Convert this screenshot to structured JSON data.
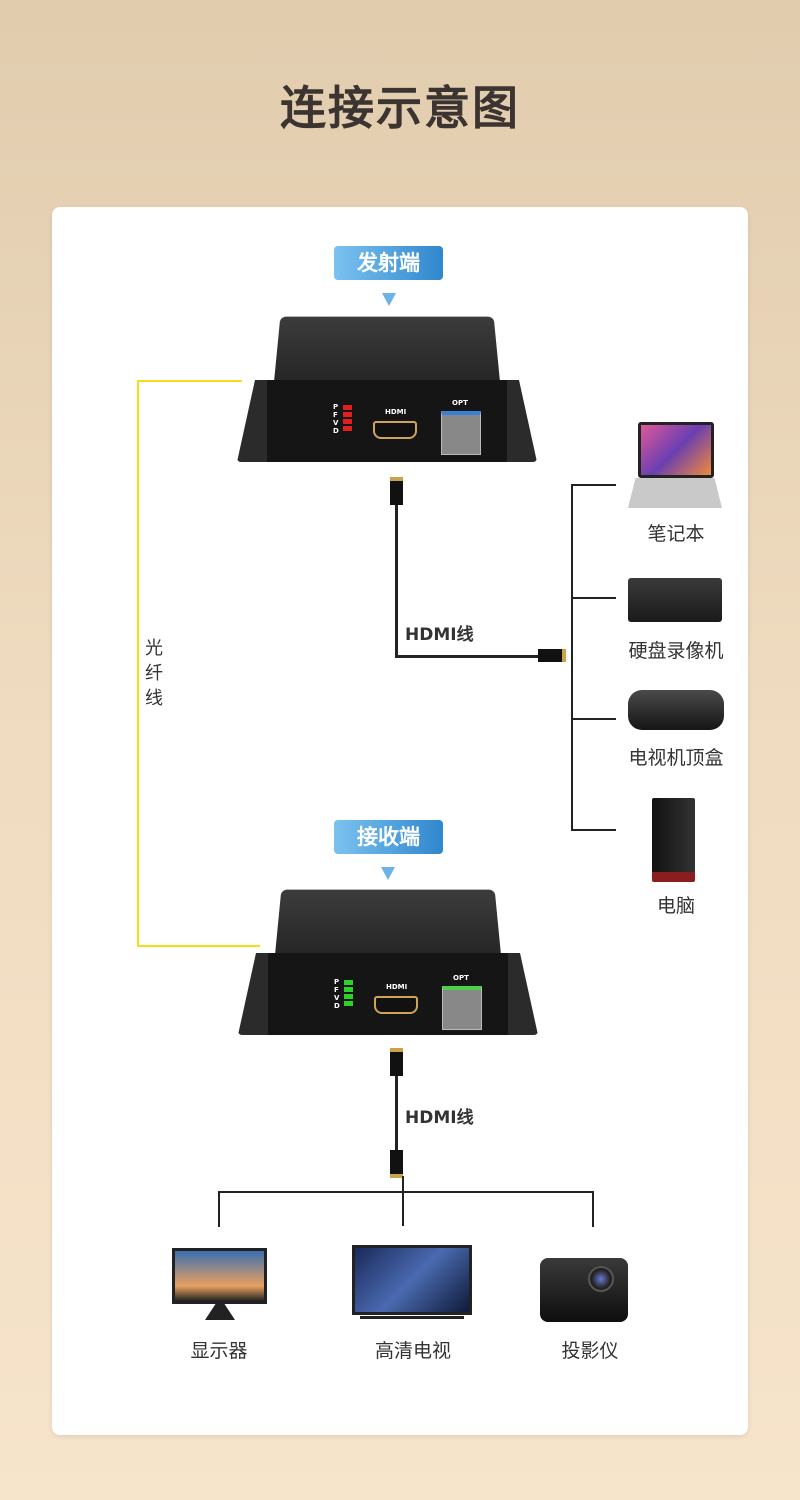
{
  "title": "连接示意图",
  "transmitter": {
    "label": "发射端",
    "port_hdmi": "HDMI",
    "port_opt": "OPT",
    "indicators": "PFVD",
    "led_color": "#e02020"
  },
  "receiver": {
    "label": "接收端",
    "port_hdmi": "HDMI",
    "port_opt": "OPT",
    "indicators": "PFVD",
    "led_color": "#2bd22b"
  },
  "fiber_label": "光纤线",
  "hdmi_cable_label": "HDMI线",
  "sources": [
    {
      "label": "笔记本",
      "icon": "laptop-icon"
    },
    {
      "label": "硬盘录像机",
      "icon": "dvr-icon"
    },
    {
      "label": "电视机顶盒",
      "icon": "set-top-box-icon"
    },
    {
      "label": "电脑",
      "icon": "desktop-pc-icon"
    }
  ],
  "displays": [
    {
      "label": "显示器",
      "icon": "monitor-icon"
    },
    {
      "label": "高清电视",
      "icon": "tv-icon"
    },
    {
      "label": "投影仪",
      "icon": "projector-icon"
    }
  ],
  "colors": {
    "fiber": "#f5dd1e",
    "badge": "#2f87cd"
  }
}
